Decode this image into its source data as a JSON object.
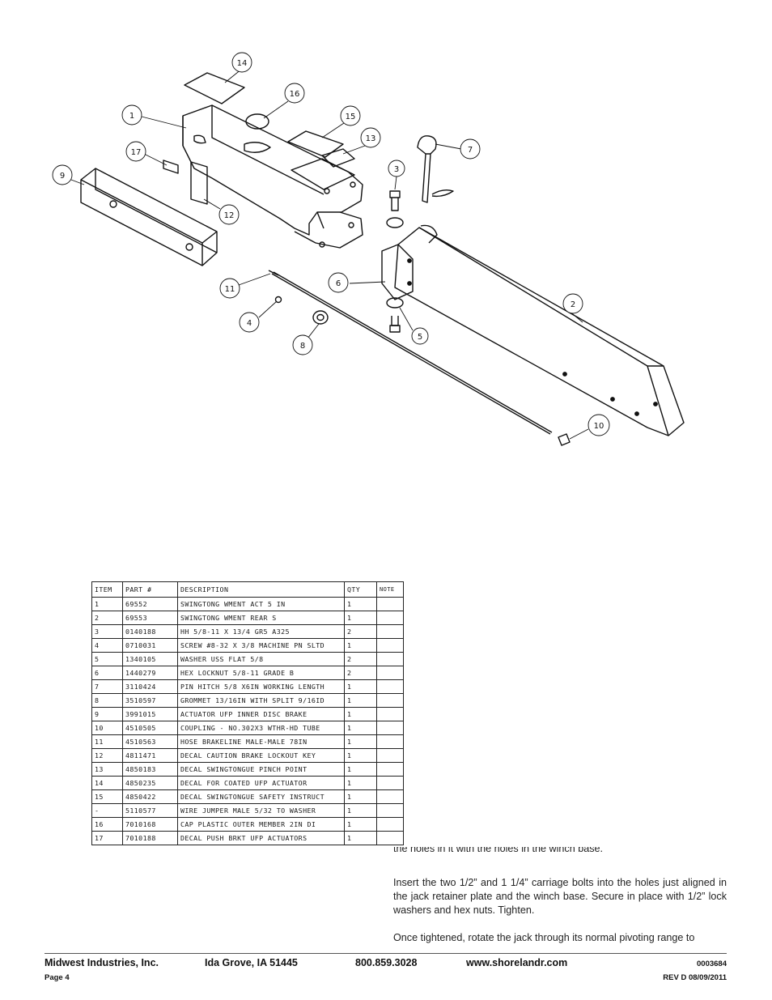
{
  "diagram": {
    "callouts": [
      "14",
      "16",
      "1",
      "15",
      "13",
      "17",
      "9",
      "12",
      "3",
      "7",
      "11",
      "6",
      "4",
      "8",
      "5",
      "2",
      "10"
    ]
  },
  "parts_table": {
    "headers": [
      "ITEM",
      "PART #",
      "DESCRIPTION",
      "QTY",
      "NOTE"
    ],
    "rows": [
      [
        "1",
        "69552",
        "SWINGTONG WMENT ACT 5 IN",
        "1",
        ""
      ],
      [
        "2",
        "69553",
        "SWINGTONG WMENT REAR S",
        "1",
        ""
      ],
      [
        "3",
        "0140188",
        "HH 5/8-11 X 13/4  GR5 A325",
        "2",
        ""
      ],
      [
        "4",
        "0710031",
        "SCREW #8-32 X 3/8 MACHINE PN SLTD",
        "1",
        ""
      ],
      [
        "5",
        "1340105",
        "WASHER USS FLAT 5/8",
        "2",
        ""
      ],
      [
        "6",
        "1440279",
        "HEX LOCKNUT 5/8-11 GRADE B",
        "2",
        ""
      ],
      [
        "7",
        "3110424",
        "PIN HITCH 5/8 X6IN WORKING LENGTH",
        "1",
        ""
      ],
      [
        "8",
        "3510597",
        "GROMMET 13/16IN  WITH SPLIT 9/16ID",
        "1",
        ""
      ],
      [
        "9",
        "3991015",
        "ACTUATOR UFP INNER  DISC BRAKE",
        "1",
        ""
      ],
      [
        "10",
        "4510505",
        "COUPLING - NO.302X3 WTHR-HD TUBE",
        "1",
        ""
      ],
      [
        "11",
        "4510563",
        "HOSE BRAKELINE MALE-MALE 78IN",
        "1",
        ""
      ],
      [
        "12",
        "4811471",
        "DECAL CAUTION BRAKE LOCKOUT KEY",
        "1",
        ""
      ],
      [
        "13",
        "4850183",
        "DECAL SWINGTONGUE PINCH POINT",
        "1",
        ""
      ],
      [
        "14",
        "4850235",
        "DECAL FOR COATED UFP ACTUATOR",
        "1",
        ""
      ],
      [
        "15",
        "4850422",
        "DECAL SWINGTONGUE SAFETY INSTRUCT",
        "1",
        ""
      ],
      [
        "-",
        "5110577",
        "WIRE JUMPER MALE 5/32 TO WASHER",
        "1",
        ""
      ],
      [
        "16",
        "7010168",
        "CAP  PLASTIC OUTER MEMBER 2IN DI",
        "1",
        ""
      ],
      [
        "17",
        "7010188",
        "DECAL PUSH BRKT UFP ACTUATORS",
        "1",
        ""
      ]
    ]
  },
  "text": {
    "clipped_line": "the holes in it with the holes in the winch base.",
    "para_carriage": "Insert the two 1/2” and 1 1/4” carriage bolts into the holes just aligned in the jack retainer plate and the winch base. Secure in place with 1/2” lock washers and hex nuts. Tighten.",
    "para_rotate": "Once tightened, rotate the jack through its normal pivoting range to"
  },
  "footer": {
    "company": "Midwest Industries, Inc.",
    "city": "Ida Grove, IA  51445",
    "phone": "800.859.3028",
    "website": "www.shorelandr.com",
    "doc_number": "0003684",
    "page": "Page 4",
    "revision": "REV D  08/09/2011"
  }
}
